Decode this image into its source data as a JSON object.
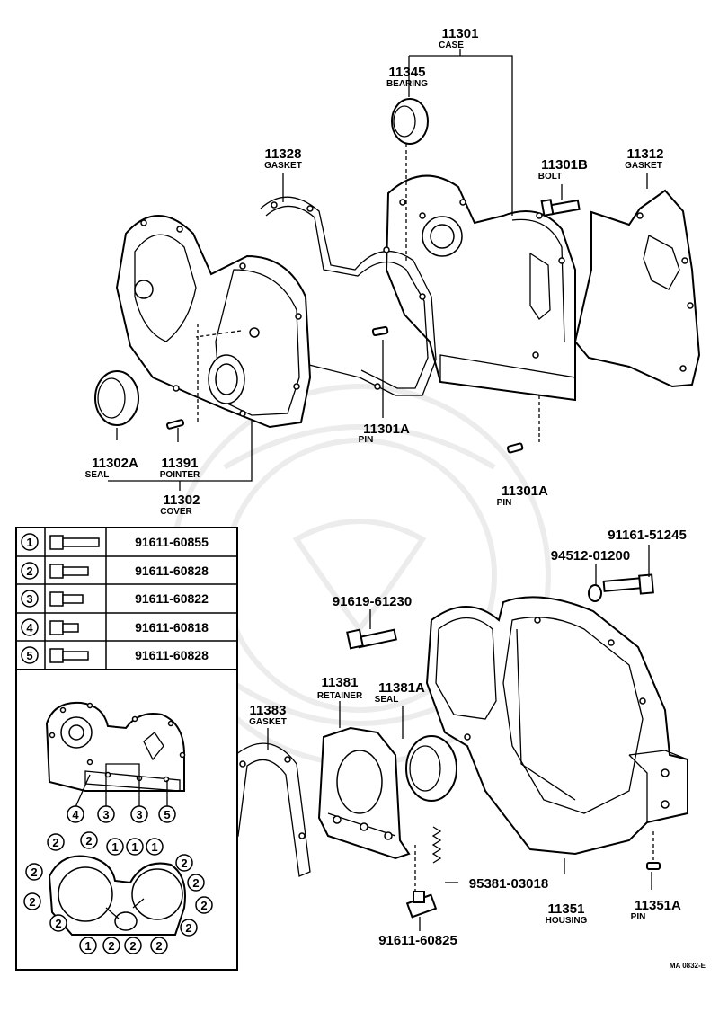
{
  "labels": {
    "case": {
      "num": "11301",
      "name": "CASE"
    },
    "bearing": {
      "num": "11345",
      "name": "BEARING"
    },
    "gasket_case": {
      "num": "11328",
      "name": "GASKET"
    },
    "bolt_case": {
      "num": "11301B",
      "name": "BOLT"
    },
    "gasket_plate": {
      "num": "11312",
      "name": "GASKET"
    },
    "pin_case": {
      "num": "11301A",
      "name": "PIN"
    },
    "pin_case_lower": {
      "num": "11301A",
      "name": "PIN"
    },
    "seal_cover": {
      "num": "11302A",
      "name": "SEAL"
    },
    "pointer": {
      "num": "11391",
      "name": "POINTER"
    },
    "cover": {
      "num": "11302",
      "name": "COVER"
    },
    "bolt_91161": {
      "num": "91161-51245",
      "name": ""
    },
    "washer_94512": {
      "num": "94512-01200",
      "name": ""
    },
    "bolt_91619": {
      "num": "91619-61230",
      "name": ""
    },
    "gasket_retainer": {
      "num": "11383",
      "name": "GASKET"
    },
    "retainer": {
      "num": "11381",
      "name": "RETAINER"
    },
    "seal_retainer": {
      "num": "11381A",
      "name": "SEAL"
    },
    "spring_95381": {
      "num": "95381-03018",
      "name": ""
    },
    "housing": {
      "num": "11351",
      "name": "HOUSING"
    },
    "pin_housing": {
      "num": "11351A",
      "name": "PIN"
    },
    "bolt_91611_bottom": {
      "num": "91611-60825",
      "name": ""
    }
  },
  "bolt_table": [
    {
      "index": "1",
      "part": "91611-60855"
    },
    {
      "index": "2",
      "part": "91611-60828"
    },
    {
      "index": "3",
      "part": "91611-60822"
    },
    {
      "index": "4",
      "part": "91611-60818"
    },
    {
      "index": "5",
      "part": "91611-60828"
    }
  ],
  "inset_callouts_upper": [
    "4",
    "3",
    "3",
    "5"
  ],
  "inset_callouts_lower": [
    "2",
    "2",
    "1",
    "1",
    "1",
    "2",
    "2",
    "2",
    "2",
    "2",
    "2",
    "2",
    "2",
    "1",
    "2",
    "2",
    "2"
  ],
  "reference_code": "MA 0832-E"
}
